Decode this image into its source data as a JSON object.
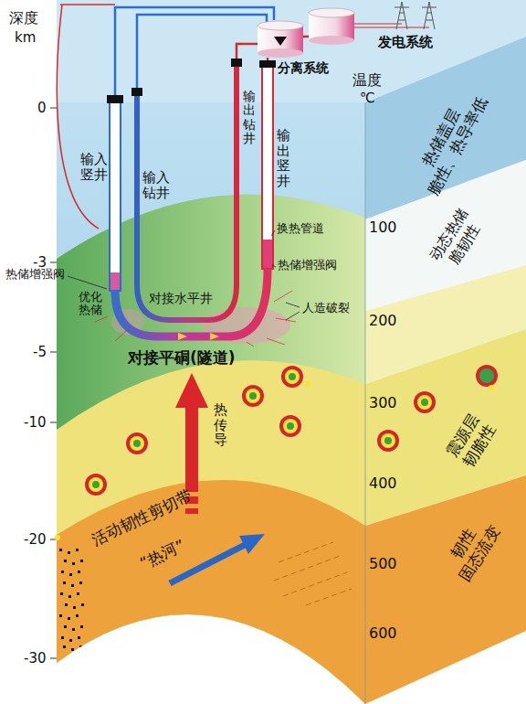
{
  "diagram": {
    "labels": [
      "深度",
      "km",
      "发电系统",
      "分离系统",
      "温度",
      "℃",
      "0",
      "输出钻井",
      "输入竖井",
      "输入钻井",
      "输出竖井",
      "热储盖层 脆性、热导率低",
      "100",
      "换热管道",
      "-3",
      "热储增强阀",
      "热储增强阀",
      "优化热储",
      "对接水平井",
      "人造破裂",
      "动态热储 脆韧性",
      "200",
      "-5",
      "对接平硐(隧道)",
      "热传导",
      "300",
      "震源层 韧脆性",
      "-10",
      "400",
      "活动韧性剪切带",
      "“热河”",
      "-20",
      "韧性 固态流变",
      "500",
      "600",
      "-30"
    ]
  }
}
